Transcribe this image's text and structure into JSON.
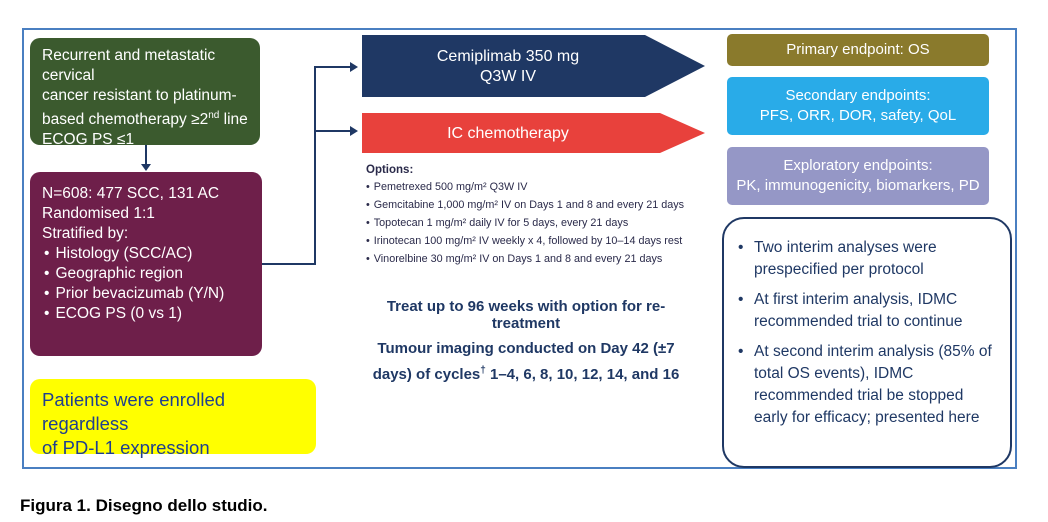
{
  "eligibility": {
    "lines": [
      "Recurrent and metastatic cervical",
      "cancer resistant to platinum-",
      "based chemotherapy ≥2",
      "nd",
      " line",
      "ECOG PS ≤1"
    ]
  },
  "randomisation": {
    "lines": [
      "N=608: 477 SCC, 131 AC",
      "Randomised 1:1",
      "Stratified by:"
    ],
    "factors": [
      "Histology (SCC/AC)",
      "Geographic region",
      "Prior bevacizumab (Y/N)",
      "ECOG PS (0 vs 1)"
    ]
  },
  "pdl1_note": [
    "Patients were enrolled regardless",
    "of PD-L1 expression"
  ],
  "arms": {
    "cemiplimab": [
      "Cemiplimab 350 mg",
      "Q3W IV"
    ],
    "ic": "IC chemotherapy"
  },
  "options": {
    "header": "Options:",
    "items": [
      "Pemetrexed 500 mg/m² Q3W IV",
      "Gemcitabine 1,000 mg/m² IV on Days 1 and 8 and every 21 days",
      "Topotecan 1 mg/m² daily IV for 5 days, every 21 days",
      "Irinotecan 100 mg/m² IV weekly x 4, followed by 10–14 days rest",
      "Vinorelbine 30 mg/m² IV on Days 1 and 8 and every 21 days"
    ]
  },
  "treat": "Treat up to 96 weeks with option for re-treatment",
  "imaging": [
    "Tumour imaging conducted on Day 42 (±7",
    "days) of cycles",
    "†",
    " 1–4, 6, 8, 10, 12, 14, and 16"
  ],
  "endpoints": {
    "primary": "Primary endpoint: OS",
    "secondary": [
      "Secondary endpoints:",
      "PFS, ORR, DOR, safety, QoL"
    ],
    "exploratory": [
      "Exploratory endpoints:",
      "PK, immunogenicity, biomarkers, PD"
    ]
  },
  "interim": {
    "items": [
      "Two interim analyses were prespecified per protocol",
      "At first interim analysis, IDMC recommended trial to continue",
      "At second interim analysis (85% of total OS events), IDMC recommended trial be stopped early for efficacy; presented here"
    ]
  },
  "caption": "Figura 1. Disegno dello studio.",
  "colors": {
    "eligibility": "#3b5a2e",
    "randomisation": "#6e1f4a",
    "cemiplimab_arm": "#1f3864",
    "ic_arm": "#e8413c",
    "primary": "#8a7a2c",
    "secondary": "#29abe8",
    "exploratory": "#9597c6",
    "pdl1": "#ffff00"
  }
}
